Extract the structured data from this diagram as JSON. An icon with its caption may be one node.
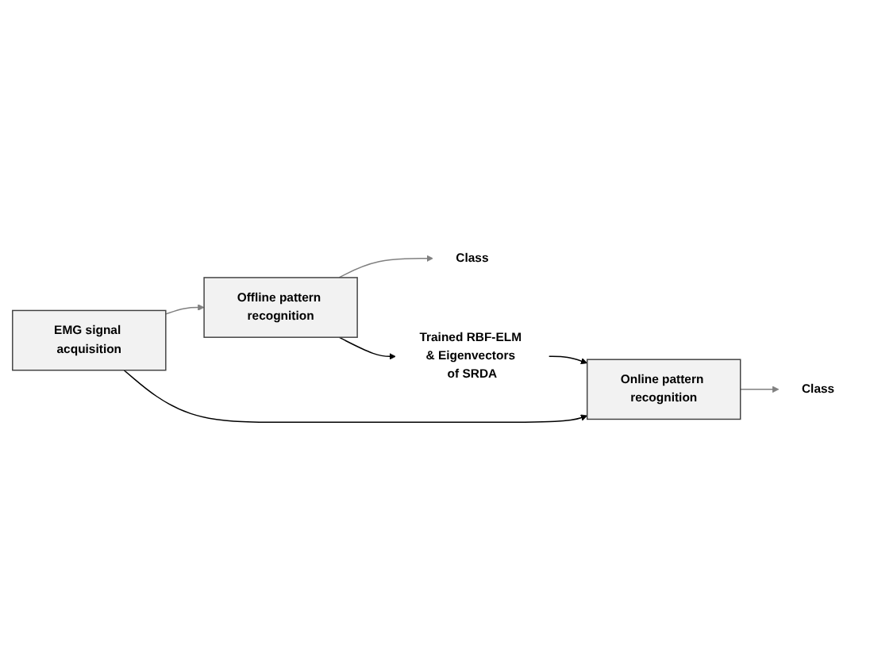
{
  "diagram": {
    "nodes": [
      {
        "text": [
          "EMG signal acquisition"
        ]
      },
      {
        "text": [
          "Offline pattern recognition"
        ]
      },
      {
        "text": [
          "Class"
        ]
      },
      {
        "text": [
          "Trained RBF-ELM & Eigenvectors of SRDA"
        ]
      },
      {
        "text": [
          "Online pattern recognition"
        ]
      },
      {
        "text": [
          "Class"
        ]
      }
    ],
    "edges": [
      {
        "from": 0,
        "to": 1,
        "arrow": "to",
        "color": "#808080"
      },
      {
        "from": 1,
        "to": 2,
        "arrow": "to",
        "color": "#808080"
      },
      {
        "from": 1,
        "to": 3,
        "arrow": "to",
        "color": "#000000"
      },
      {
        "from": 3,
        "to": 4,
        "arrow": "to",
        "color": "#000000"
      },
      {
        "from": 0,
        "to": 4,
        "arrow": "to",
        "color": "#000000"
      },
      {
        "from": 4,
        "to": 5,
        "arrow": "to",
        "color": "#808080"
      }
    ]
  }
}
